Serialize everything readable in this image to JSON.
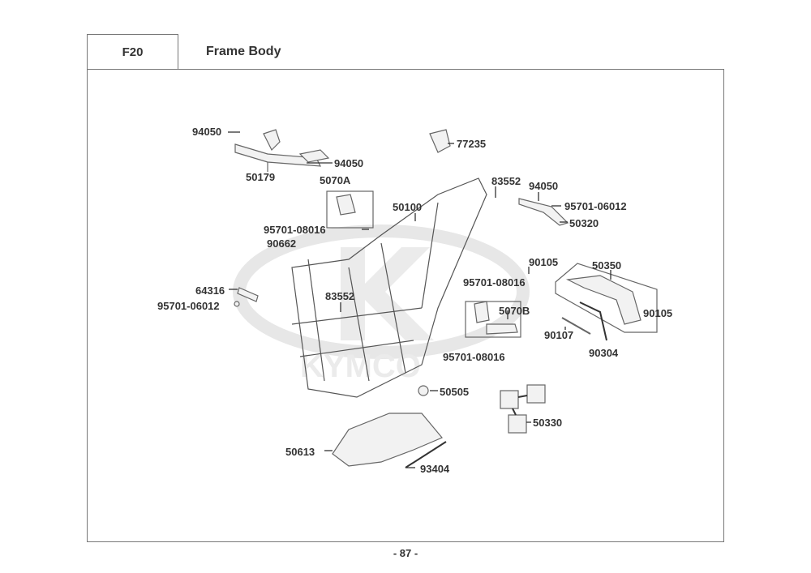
{
  "header": {
    "section_code": "F20",
    "title": "Frame Body"
  },
  "watermark": "KYMCO",
  "parts": [
    {
      "id": "p1",
      "label": "94050"
    },
    {
      "id": "p2",
      "label": "94050"
    },
    {
      "id": "p3",
      "label": "50179"
    },
    {
      "id": "p4",
      "label": "5070A"
    },
    {
      "id": "p5",
      "label": "95701-08016"
    },
    {
      "id": "p6",
      "label": "90662"
    },
    {
      "id": "p7",
      "label": "77235"
    },
    {
      "id": "p8",
      "label": "83552"
    },
    {
      "id": "p9",
      "label": "94050"
    },
    {
      "id": "p10",
      "label": "95701-06012"
    },
    {
      "id": "p11",
      "label": "50320"
    },
    {
      "id": "p12",
      "label": "50100"
    },
    {
      "id": "p13",
      "label": "90105"
    },
    {
      "id": "p14",
      "label": "50350"
    },
    {
      "id": "p15",
      "label": "95701-08016"
    },
    {
      "id": "p16",
      "label": "5070B"
    },
    {
      "id": "p17",
      "label": "90105"
    },
    {
      "id": "p18",
      "label": "90107"
    },
    {
      "id": "p19",
      "label": "90304"
    },
    {
      "id": "p20",
      "label": "95701-08016"
    },
    {
      "id": "p21",
      "label": "64316"
    },
    {
      "id": "p22",
      "label": "95701-06012"
    },
    {
      "id": "p23",
      "label": "83552"
    },
    {
      "id": "p24",
      "label": "50505"
    },
    {
      "id": "p25",
      "label": "50330"
    },
    {
      "id": "p26",
      "label": "50613"
    },
    {
      "id": "p27",
      "label": "93404"
    }
  ],
  "footer": {
    "page_number": "- 87 -"
  }
}
